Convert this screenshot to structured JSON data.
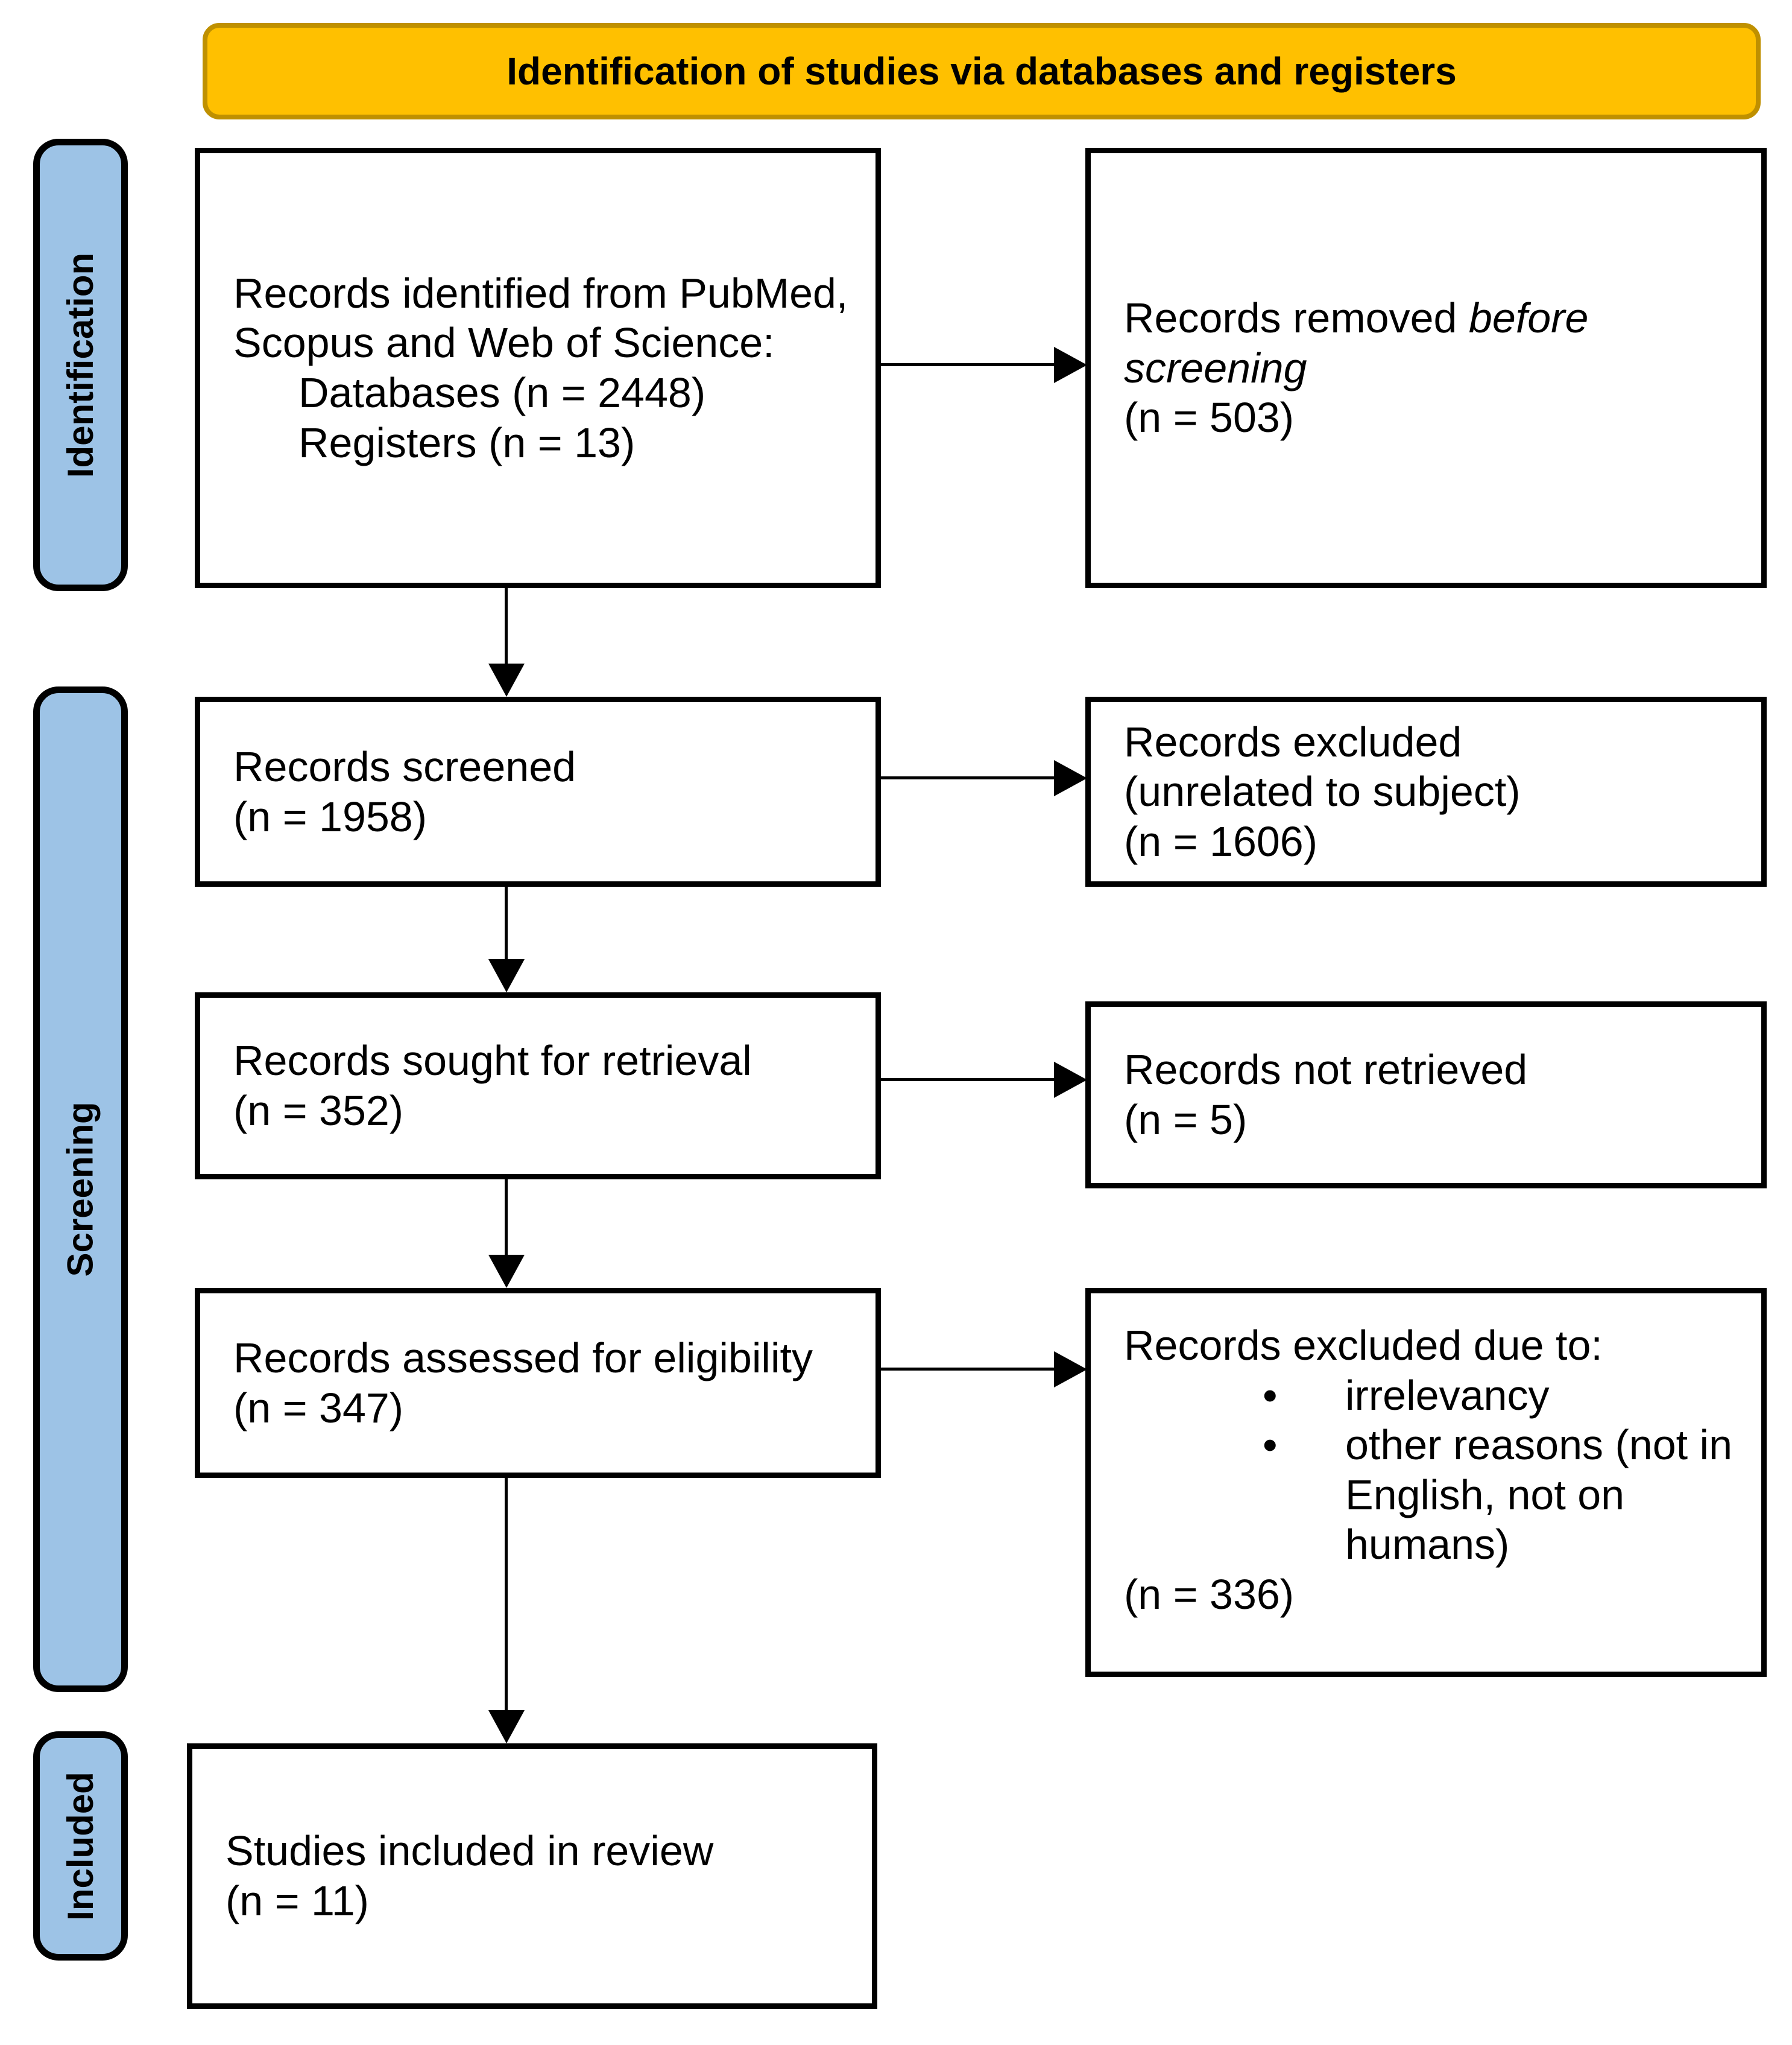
{
  "banner": {
    "title": "Identification of studies via databases and registers",
    "bg_color": "#FFC000",
    "border_color": "#BF9000"
  },
  "sidebar": {
    "bg_color": "#9DC3E6",
    "items": [
      {
        "label": "Identification"
      },
      {
        "label": "Screening"
      },
      {
        "label": "Included"
      }
    ]
  },
  "boxes": {
    "identified": {
      "line1": "Records identified from PubMed,",
      "line2": "Scopus and Web of Science:",
      "line3": "Databases (n = 2448)",
      "line4": "Registers (n = 13)"
    },
    "removed": {
      "line1_regular": "Records removed ",
      "line1_italic": "before",
      "line2_italic": "screening",
      "count": "(n = 503)"
    },
    "screened": {
      "line1": "Records screened",
      "count": "(n = 1958)"
    },
    "excluded_screening": {
      "line1": "Records excluded",
      "line2": "(unrelated to subject)",
      "count": "(n = 1606)"
    },
    "sought": {
      "line1": "Records sought for retrieval",
      "count": "(n = 352)"
    },
    "not_retrieved": {
      "line1": "Records not retrieved",
      "count": "(n = 5)"
    },
    "assessed": {
      "line1": "Records assessed for eligibility",
      "count": "(n = 347)"
    },
    "excluded_eligibility": {
      "title": "Records excluded due to:",
      "bullet_char": "•",
      "bullets": [
        "irrelevancy",
        "other reasons (not in English, not on humans)"
      ],
      "count": "(n = 336)"
    },
    "included_studies": {
      "line1": "Studies included in review",
      "count": "(n = 11)"
    }
  }
}
